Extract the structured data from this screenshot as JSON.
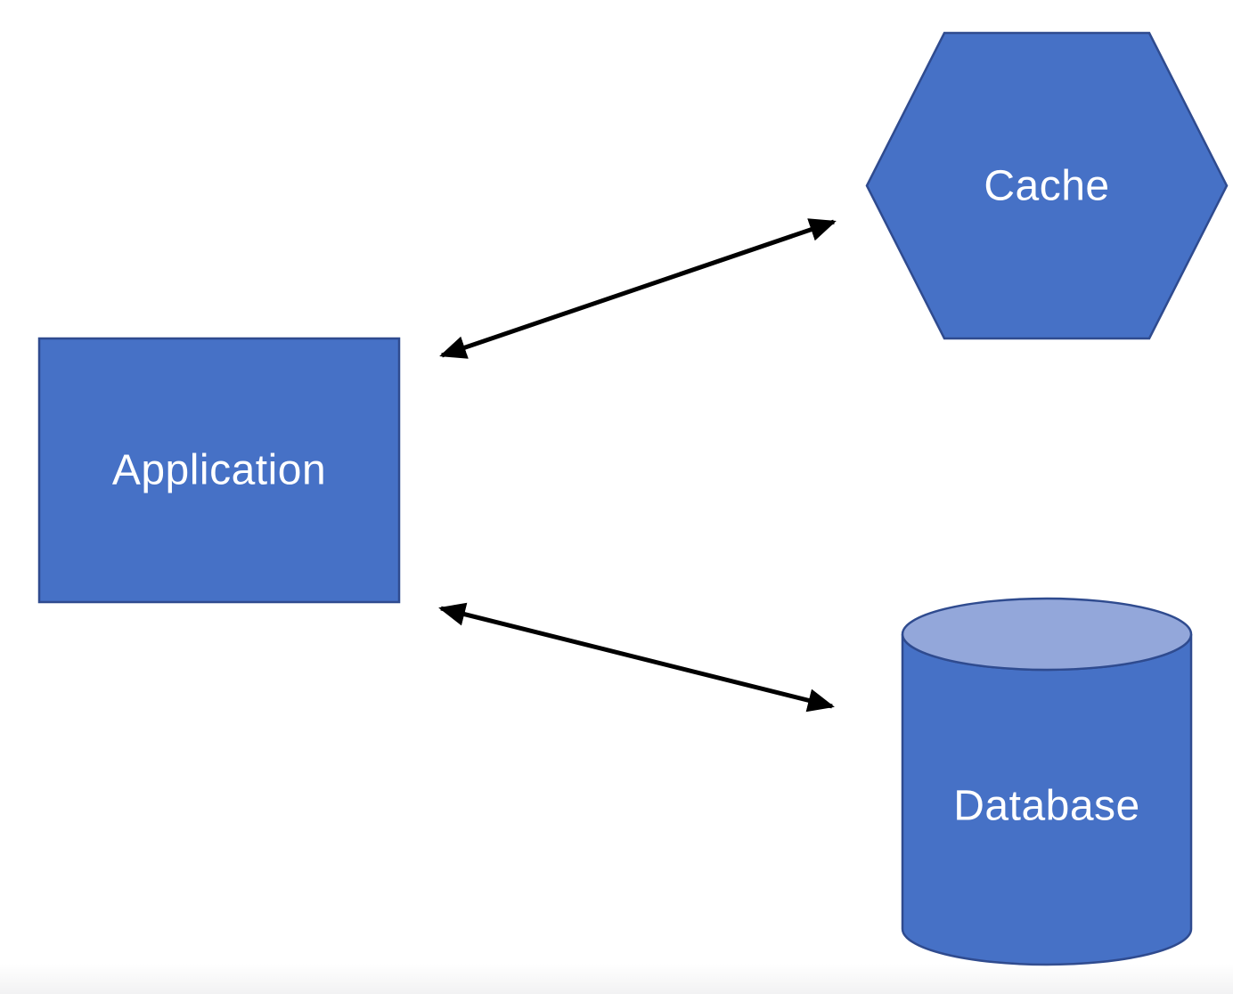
{
  "canvas": {
    "background": "#ffffff",
    "bottom_strip_color": "#f2f2f3"
  },
  "diagram": {
    "nodes": [
      {
        "id": "application",
        "shape": "rectangle",
        "label": "Application",
        "fill": "#4671c6",
        "border": "#2f4b8f",
        "text_color": "#ffffff"
      },
      {
        "id": "cache",
        "shape": "hexagon",
        "label": "Cache",
        "fill": "#4671c6",
        "border": "#2f4b8f",
        "text_color": "#ffffff"
      },
      {
        "id": "database",
        "shape": "cylinder",
        "label": "Database",
        "fill": "#4671c6",
        "top_fill": "#93a7da",
        "border": "#2f4b8f",
        "text_color": "#ffffff"
      }
    ],
    "edges": [
      {
        "from": "application",
        "to": "cache",
        "style": "double-arrow",
        "color": "#000000"
      },
      {
        "from": "application",
        "to": "database",
        "style": "double-arrow",
        "color": "#000000"
      }
    ]
  }
}
